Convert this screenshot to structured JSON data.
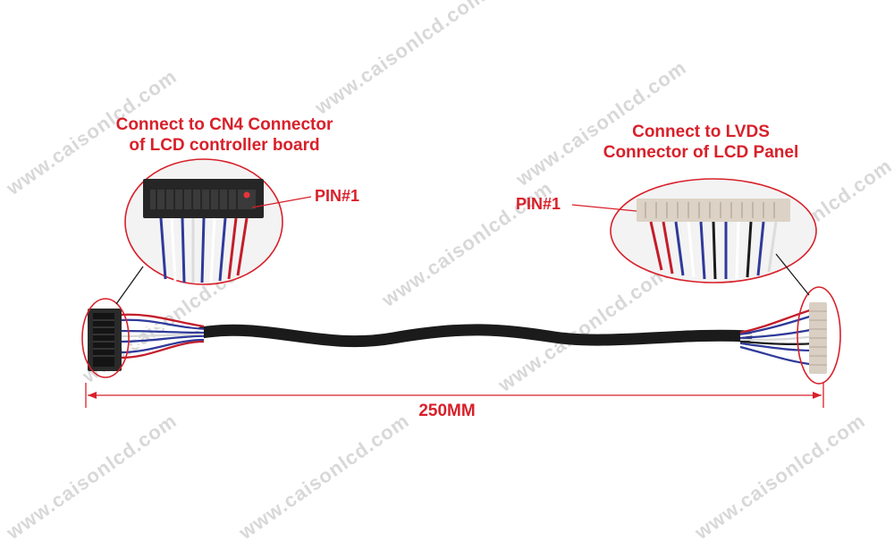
{
  "watermark": "www.caisonlcd.com",
  "left_label": {
    "line1": "Connect to CN4 Connector",
    "line2": "of LCD controller board",
    "pin": "PIN#1"
  },
  "right_label": {
    "line1": "Connect to LVDS",
    "line2": "Connector of LCD Panel",
    "pin": "PIN#1"
  },
  "dimension": "250MM",
  "colors": {
    "accent": "#d8202a",
    "cable_sleeve": "#1b1b1b",
    "left_connector": "#2a2a2a",
    "right_connector": "#d9cfc3",
    "wire_blue": "#2f3a9a",
    "wire_red": "#c41d2a"
  }
}
